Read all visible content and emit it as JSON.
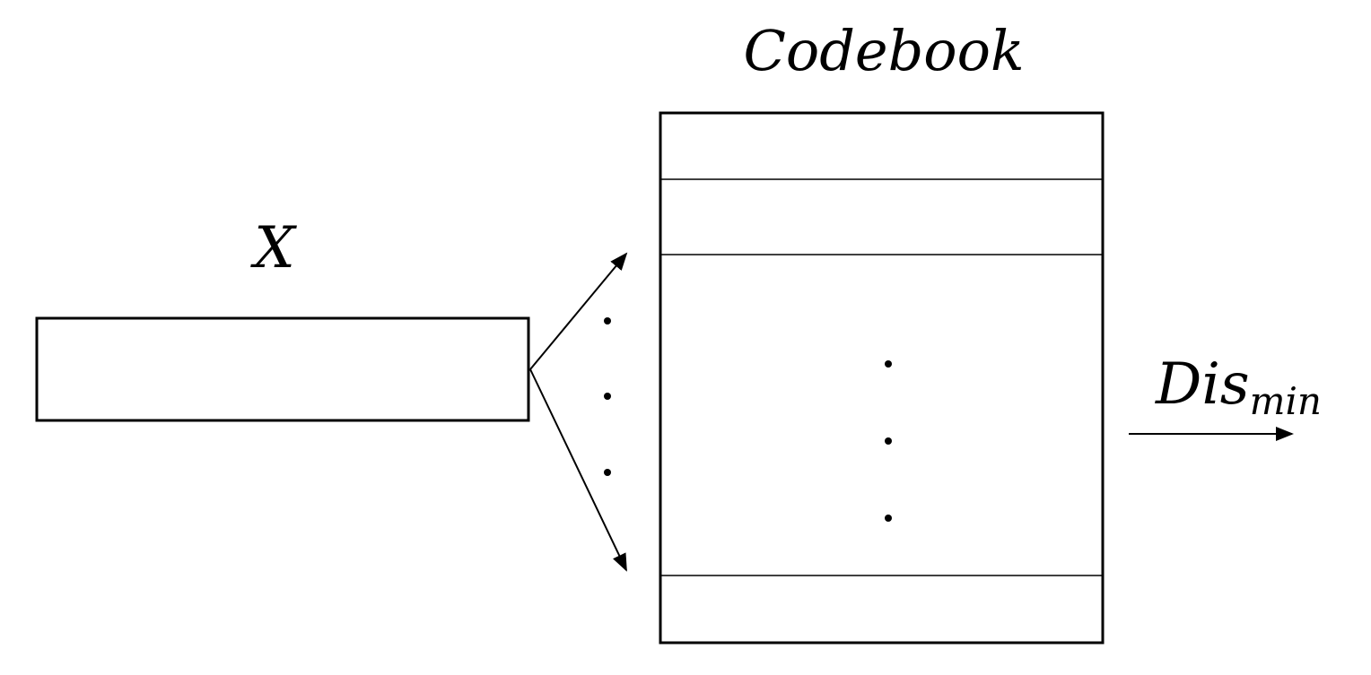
{
  "diagram": {
    "input_label": "X",
    "codebook_label": "Codebook",
    "output_label": {
      "main": "Dis",
      "subscript": "min"
    }
  }
}
